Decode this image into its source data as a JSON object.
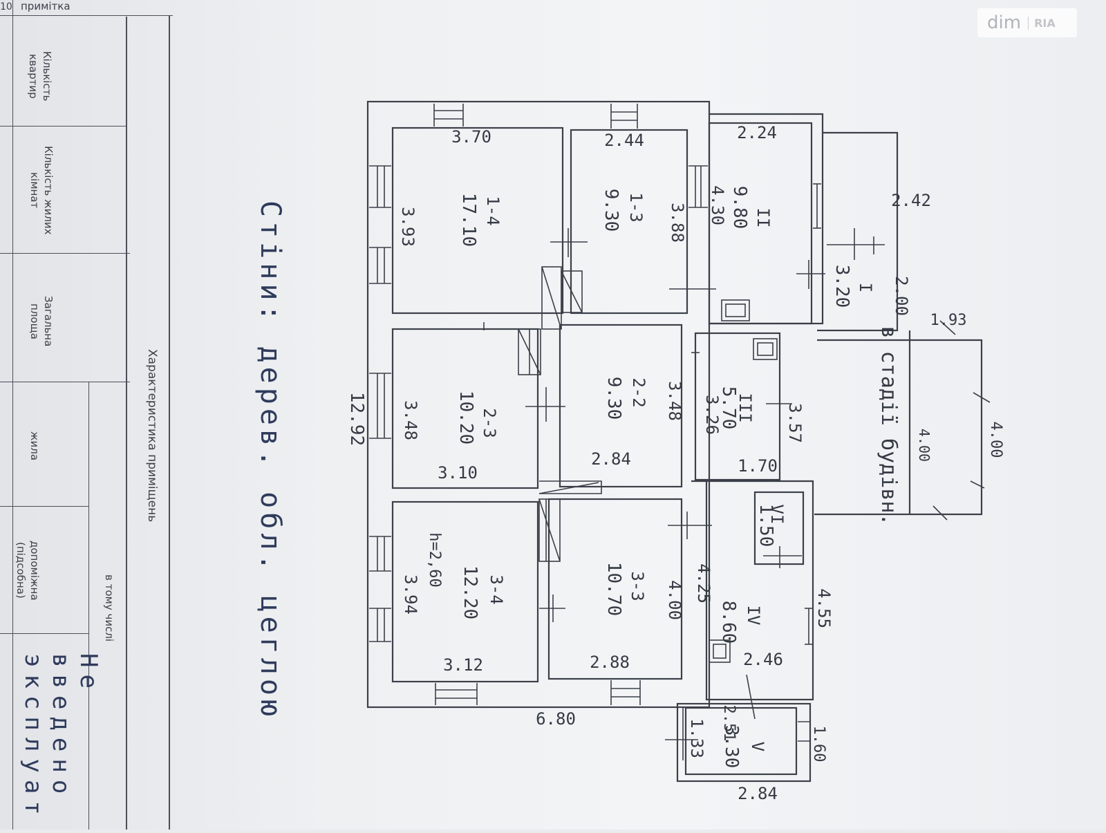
{
  "header": {
    "note_label": "примітка",
    "corner_fragment": "10"
  },
  "table": {
    "col_apartments": "Кількість\nквартир",
    "col_rooms": "Кількість жилих\nкімнат",
    "col_total_area": "Загальна\nплоща",
    "col_living": "жила",
    "col_auxiliary": "допоміжна\n(підсобна)",
    "col_including": "в тому числі",
    "section_title": "Характеристика приміщень"
  },
  "handwritten": {
    "walls_note": "Стіни: дерев. обл. цеглою",
    "bottom_note_line1": "Не введено",
    "bottom_note_line2": "в эксплуат"
  },
  "watermark": {
    "text": "dim",
    "logo": "RIA"
  },
  "plan": {
    "rooms": [
      {
        "id": "1-4",
        "area": "17.10",
        "w": "3.70",
        "h": "3.93"
      },
      {
        "id": "1-3",
        "area": "9.30",
        "w": "2.44",
        "h": "3.88"
      },
      {
        "id": "II",
        "area": "9.80",
        "w": "2.24",
        "h": "4.30"
      },
      {
        "id": "I",
        "area": "3.20",
        "w": "2.42",
        "h": "2.00"
      },
      {
        "id": "2-3",
        "area": "10.20",
        "w": "3.10",
        "h": "3.48"
      },
      {
        "id": "2-2",
        "area": "9.30",
        "w": "2.84",
        "h": "3.48"
      },
      {
        "id": "III",
        "area": "5.70",
        "w": "1.70",
        "h": "3.26"
      },
      {
        "id": "3-4",
        "area": "12.20",
        "w": "3.12",
        "h": "3.94",
        "note": "h=2,60"
      },
      {
        "id": "3-3",
        "area": "10.70",
        "w": "2.88",
        "h": "4.00"
      },
      {
        "id": "IV",
        "area": "8.60",
        "w": "2.46",
        "h": "4.25"
      },
      {
        "id": "VI",
        "area": "1.50"
      },
      {
        "id": "V",
        "area": "3.30",
        "w": "2.84",
        "h": "1.33"
      }
    ],
    "dimensions": {
      "overall_width": "12.92",
      "overall_depth": "6.80",
      "side_355": "3.57",
      "side_455": "4.55",
      "side_160": "1.60",
      "v_dim_251": "2.51",
      "ext_193": "1.93",
      "ext_400a": "4.00",
      "ext_400b": "4.00"
    },
    "construction_note": "в стадії будівн."
  }
}
